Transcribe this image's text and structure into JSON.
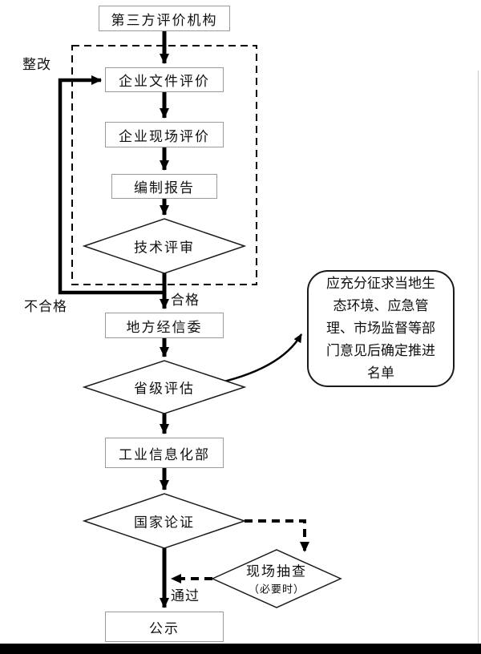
{
  "flow": {
    "third_party": "第三方评价机构",
    "doc_eval": "企业文件评价",
    "site_eval": "企业现场评价",
    "report": "编制报告",
    "tech_review": "技术评审",
    "local_commission": "地方经信委",
    "provincial_eval": "省级评估",
    "ministry": "工业信息化部",
    "national_review": "国家论证",
    "spot_check": "现场抽查",
    "spot_check_note": "（必要时）",
    "publicity": "公示"
  },
  "edge_labels": {
    "rectify": "整改",
    "fail": "不合格",
    "pass": "合格",
    "approve": "通过"
  },
  "callout": {
    "text": "应充分征求当地生态环境、应急管理、市场监督等部门意见后确定推进名单"
  },
  "colors": {
    "line": "#000000",
    "box_border": "#9a9a9a",
    "diamond_border": "#1a1a1a"
  }
}
